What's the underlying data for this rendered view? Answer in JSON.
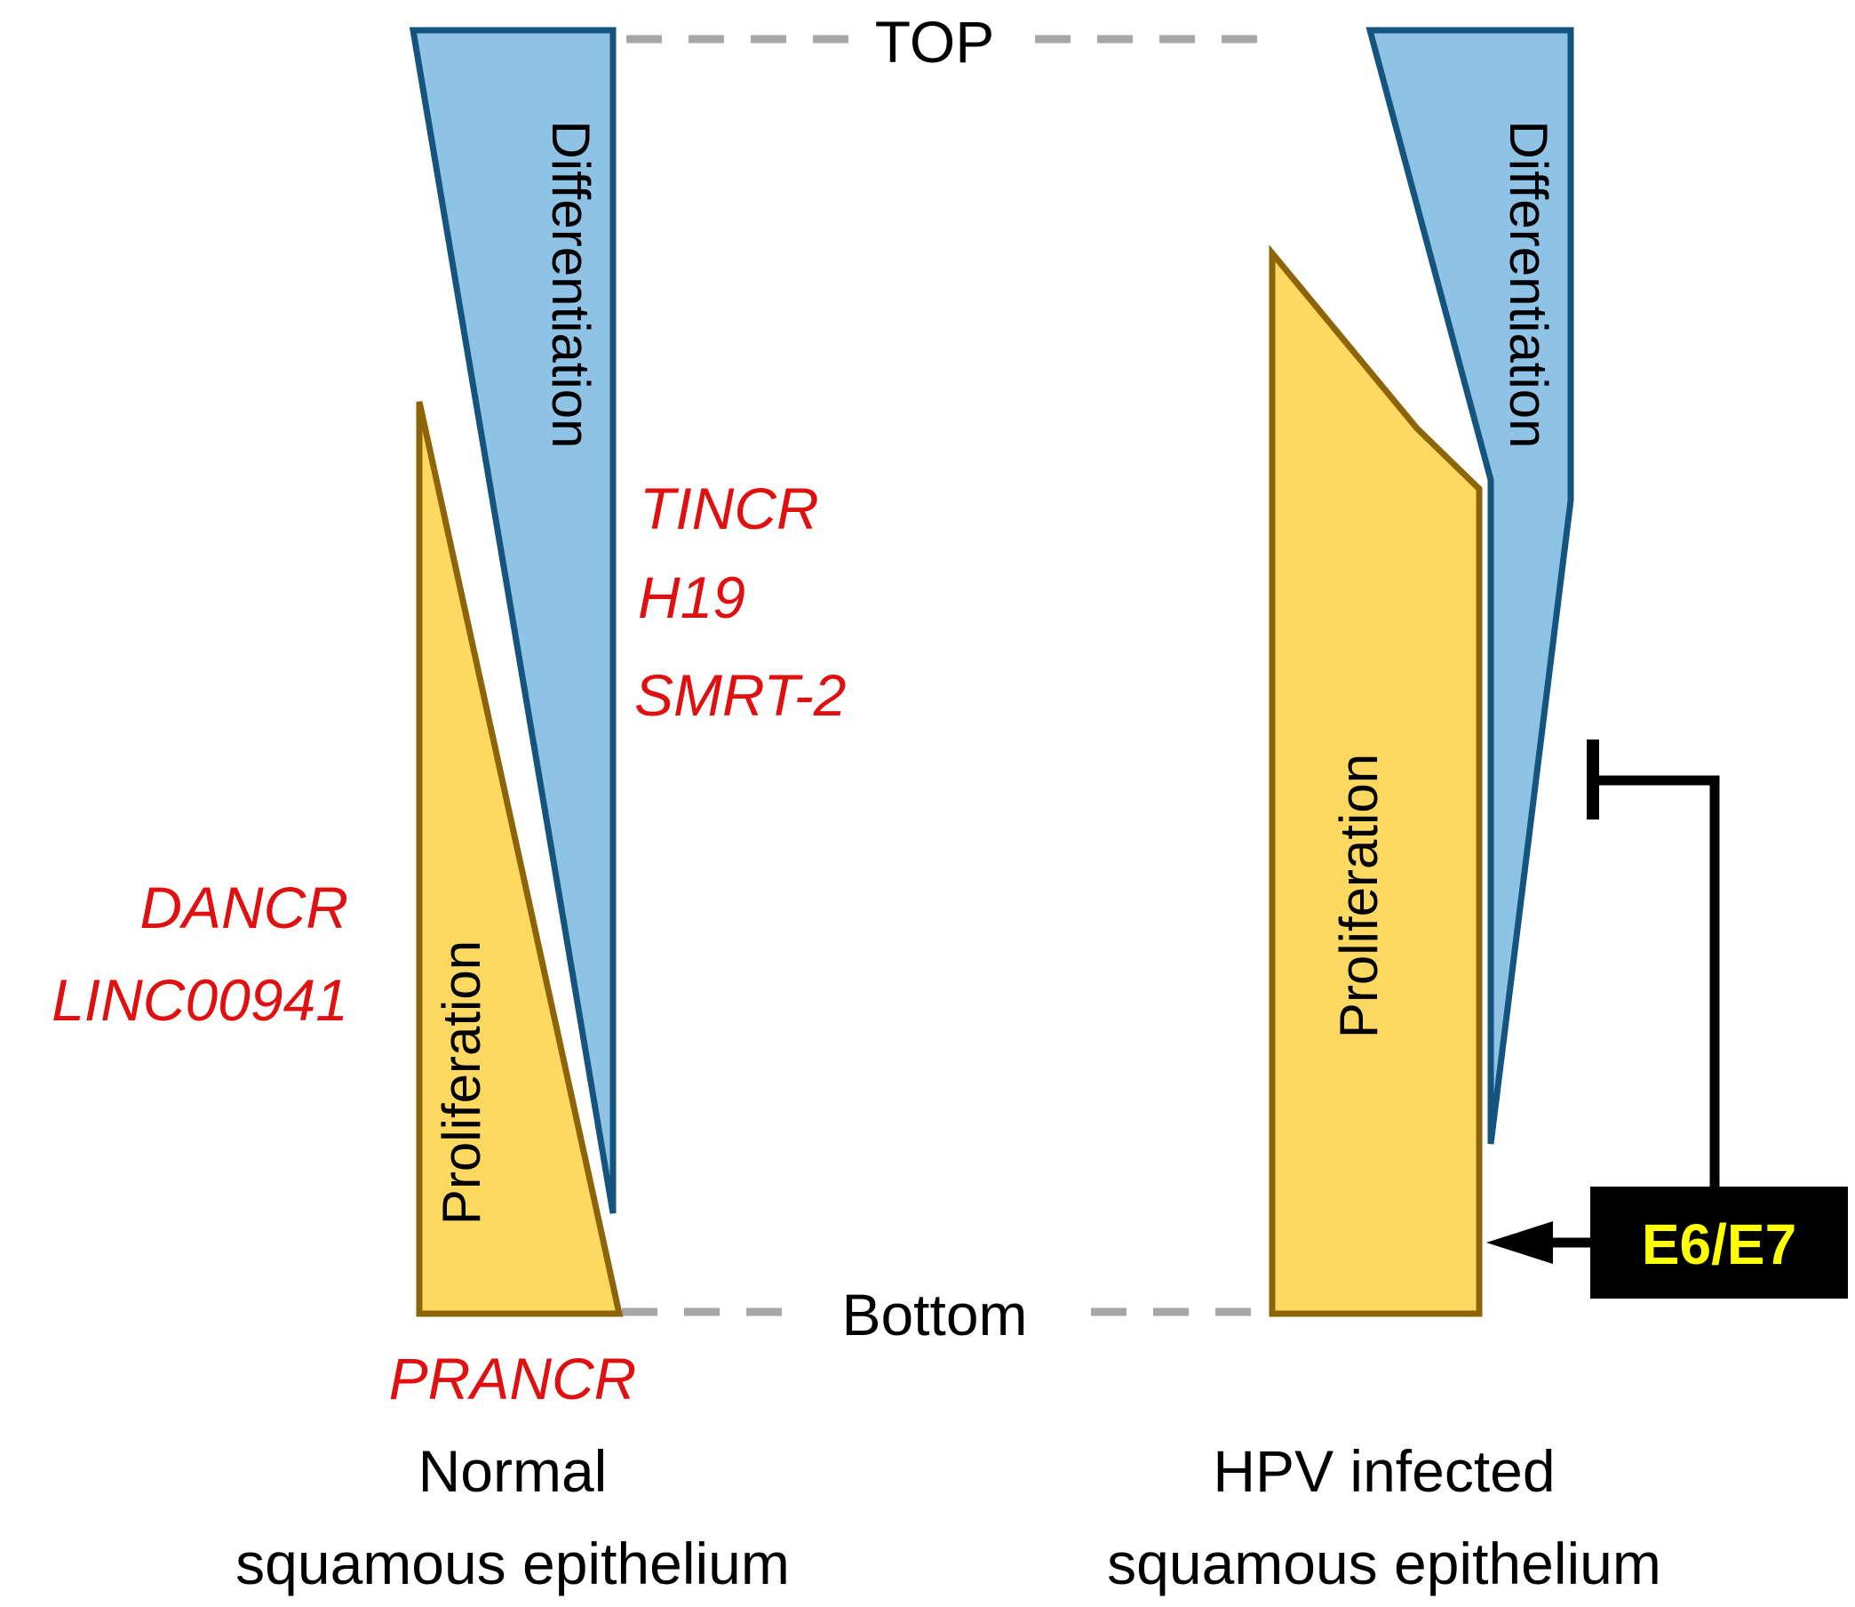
{
  "colors": {
    "differentiation_fill": "#8ec3e6",
    "differentiation_stroke": "#14547f",
    "proliferation_fill": "#fdd962",
    "proliferation_stroke": "#8b6508",
    "gene_text": "#e01010",
    "guide_line": "#a6a6a6",
    "viral_box_fill": "#000000",
    "viral_box_text": "#ffff00"
  },
  "guides": {
    "top_label": "TOP",
    "bottom_label": "Bottom"
  },
  "normal": {
    "title_line1": "Normal",
    "title_line2": "squamous epithelium",
    "differentiation_label": "Differentiation",
    "proliferation_label": "Proliferation",
    "differentiation_genes": [
      "TINCR",
      "H19",
      "SMRT-2"
    ],
    "proliferation_genes": [
      "DANCR",
      "LINC00941"
    ],
    "basal_gene": "PRANCR"
  },
  "hpv": {
    "title_line1": "HPV infected",
    "title_line2": "squamous epithelium",
    "differentiation_label": "Differentiation",
    "proliferation_label": "Proliferation",
    "viral_oncoproteins": "E6/E7",
    "effect_on_differentiation": "inhibition",
    "effect_on_proliferation": "activation"
  }
}
